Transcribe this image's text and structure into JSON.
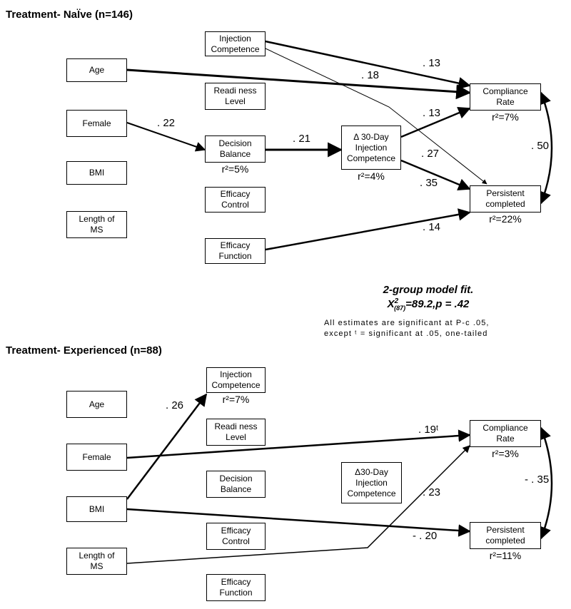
{
  "top": {
    "title": "Treatment- NaÏve (n=146)",
    "age": "Age",
    "female": "Female",
    "bmi": "BMI",
    "length": "Length of\nMS",
    "injection": "Injection\nCompetence",
    "readiness": "Readi ness\nLevel",
    "decision": "Decision\nBalance",
    "decision_r2": "r²=5%",
    "efficacy_control": "Efficacy\nControl",
    "efficacy_function": "Efficacy\nFunction",
    "delta": "Δ  30-Day\nInjection\nCompetence",
    "delta_r2": "r²=4%",
    "compliance": "Compliance\nRate",
    "compliance_r2": "r²=7%",
    "persistent": "Persistent\ncompleted",
    "persistent_r2": "r²=22%",
    "coefs": {
      "inj_comp": ". 13",
      "age_comp": ". 18",
      "fem_dec": ". 22",
      "dec_delta": ". 21",
      "delta_comp": ". 13",
      "inj_pers": ". 27",
      "delta_pers": ". 35",
      "eff_pers": ". 14",
      "corr": ". 50"
    }
  },
  "fit": {
    "line1": "2-group model fit.",
    "line2_prefix": "X",
    "line2_sup": "2",
    "line2_sub": "(87)",
    "line2_rest": "=89.2,p = .42"
  },
  "note": {
    "line1": "All estimates are significant at P‑c .05,",
    "line2": "except ᵗ = significant at .05, one-tailed"
  },
  "bottom": {
    "title": "Treatment- Experienced (n=88)",
    "age": "Age",
    "female": "Female",
    "bmi": "BMI",
    "length": "Length of\nMS",
    "injection": "Injection\nCompetence",
    "injection_r2": "r²=7%",
    "readiness": "Readi ness\nLevel",
    "decision": "Decision\nBalance",
    "efficacy_control": "Efficacy\nControl",
    "efficacy_function": "Efficacy\nFunction",
    "delta": "Δ30-Day\nInjection\nCompetence",
    "compliance": "Compliance\nRate",
    "compliance_r2": "r²=3%",
    "persistent": "Persistent\ncompleted",
    "persistent_r2": "r²=11%",
    "coefs": {
      "bmi_inj": ". 26",
      "fem_comp": ". 19ᵗ",
      "len_comp": ". 23",
      "bmi_pers": "- . 20",
      "corr": "- . 35"
    }
  }
}
